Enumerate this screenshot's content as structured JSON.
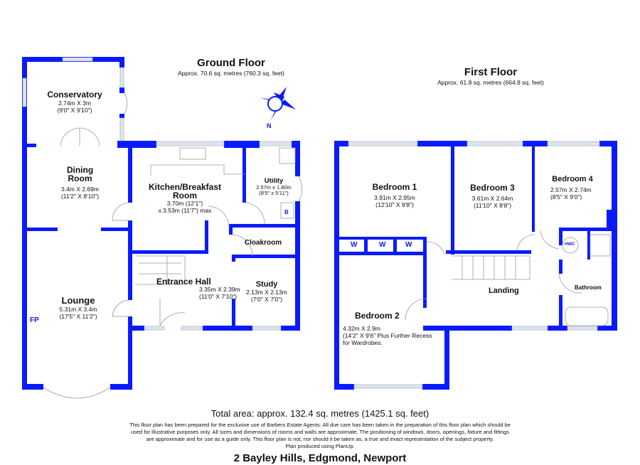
{
  "colors": {
    "wall": "#0a1aff",
    "window": "#dfe4f2"
  },
  "ground_floor": {
    "title": "Ground Floor",
    "area": "Approx. 70.6 sq. metres (760.3 sq. feet)",
    "compass": "N",
    "rooms": [
      {
        "name": "Conservatory",
        "metric": "2.74m X 3m",
        "imperial": "(9'0\" X 9'10\")"
      },
      {
        "name": "Dining Room",
        "metric": "3.4m X 2.69m",
        "imperial": "(11'2\" X 8'10\")"
      },
      {
        "name": "Kitchen/Breakfast Room",
        "metric": "3.70m (12'1\")",
        "imperial": "x 3.53m (11'7\") max"
      },
      {
        "name": "Utility",
        "metric": "2.57m x 1.80m",
        "imperial": "(8'5\" x 5'11\")"
      },
      {
        "name": "Cloakroom"
      },
      {
        "name": "Entrance Hall",
        "metric": "3.35m X 2.39m",
        "imperial": "(11'0\" X 7'10\")"
      },
      {
        "name": "Study",
        "metric": "2.13m X 2.13m",
        "imperial": "(7'0\" X 7'0\")"
      },
      {
        "name": "Lounge",
        "metric": "5.31m X 3.4m",
        "imperial": "(17'5\" X 11'2\")"
      }
    ],
    "labels": {
      "fireplace": "FP",
      "boiler": "B"
    }
  },
  "first_floor": {
    "title": "First Floor",
    "area": "Approx. 61.8 sq. metres (664.8 sq. feet)",
    "rooms": [
      {
        "name": "Bedroom 1",
        "metric": "3.91m X 2.95m",
        "imperial": "(12'10\" X 9'8\")"
      },
      {
        "name": "Bedroom 3",
        "metric": "3.61m X 2.64m",
        "imperial": "(11'10\" X 8'8\")"
      },
      {
        "name": "Bedroom 4",
        "metric": "2.57m X 2.74m",
        "imperial": "(8'5\" X 9'0\")"
      },
      {
        "name": "Bedroom 2",
        "metric": "4.32m X 2.9m",
        "imperial": "(14'2\" X 9'6\" Plus Further Recess",
        "extra": "for Wardrobes."
      },
      {
        "name": "Landing"
      },
      {
        "name": "Bathroom"
      }
    ],
    "labels": {
      "wardrobe": "W",
      "hwc": "HWC"
    }
  },
  "footer": {
    "total": "Total area: approx. 132.4 sq. metres (1425.1 sq. feet)",
    "disclaimer": [
      "This floor plan has been prepared for the exclusive use of Barbers Estate Agents. All due care has been taken in the preparation of this floor plan which should be",
      "used for illustrative purposes only. All sizes and dimensions of rooms and walls are approximate. The positioning of windows, doors, openings, fixture and fittings",
      "are approximate and for use as a guide only. This floor plan is not, nor should it be taken as, a true and exact representation of the subject property.",
      "Plan produced using PlanUp."
    ],
    "address": "2 Bayley Hills, Edgmond, Newport"
  }
}
